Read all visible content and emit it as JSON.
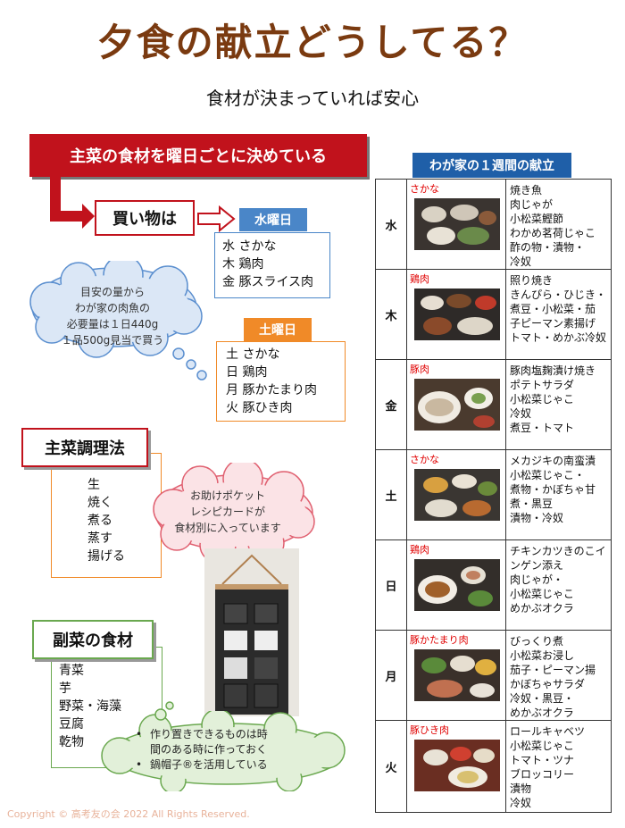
{
  "title": "夕食の献立どうしてる？",
  "subtitle": "食材が決まっていれば安心",
  "main_banner": "主菜の食材を曜日ごとに決めている",
  "shopping_label": "買い物は",
  "wednesday": {
    "tag": "水曜日",
    "lines": [
      "水 さかな",
      "木 鶏肉",
      "金 豚スライス肉"
    ]
  },
  "saturday": {
    "tag": "土曜日",
    "lines": [
      "土 さかな",
      "日 鶏肉",
      "月 豚かたまり肉",
      "火 豚ひき肉"
    ]
  },
  "cloud_amount": [
    "目安の量から",
    "わが家の肉魚の",
    "必要量は１日440g",
    "１品500g見当で買う"
  ],
  "cooking": {
    "heading": "主菜調理法",
    "items": [
      "生",
      "焼く",
      "煮る",
      "蒸す",
      "揚げる"
    ]
  },
  "cloud_pocket": [
    "お助けポケット",
    "レシピカードが",
    "食材別に入っています"
  ],
  "side_dish": {
    "heading": "副菜の食材",
    "items": [
      "青菜",
      "芋",
      "野菜・海藻",
      "豆腐",
      "乾物"
    ]
  },
  "cloud_tips": [
    "作り置きできるものは時",
    "間のある時に作っておく",
    "鍋帽子®を活用している"
  ],
  "week": {
    "title": "わが家の１週間の献立",
    "rows": [
      {
        "day": "水",
        "category": "さかな",
        "menu": "焼き魚\n肉じゃが\n小松菜鰹節\nわかめ茗荷じゃこ\n酢の物・漬物・\n冷奴"
      },
      {
        "day": "木",
        "category": "鶏肉",
        "menu": "照り焼き\nきんぴら・ひじき・\n煮豆・小松菜・茄\n子ピーマン素揚げ\nトマト・めかぶ冷奴"
      },
      {
        "day": "金",
        "category": "豚肉",
        "menu": "豚肉塩麹漬け焼き\nポテトサラダ\n小松菜じゃこ\n冷奴\n煮豆・トマト"
      },
      {
        "day": "土",
        "category": "さかな",
        "menu": "メカジキの南蛮漬\n小松菜じゃこ・\n煮物・かぼちゃ甘\n煮・黒豆\n漬物・冷奴"
      },
      {
        "day": "日",
        "category": "鶏肉",
        "menu": "チキンカツきのこイ\nンゲン添え\n肉じゃが・\n小松菜じゃこ\nめかぶオクラ"
      },
      {
        "day": "月",
        "category": "豚かたまり肉",
        "menu": "びっくり煮\n小松菜お浸し\n茄子・ピーマン揚\nかぼちゃサラダ\n冷奴・黒豆・\nめかぶオクラ"
      },
      {
        "day": "火",
        "category": "豚ひき肉",
        "menu": "ロールキャベツ\n小松菜じゃこ\nトマト・ツナ\nブロッコリー\n漬物\n冷奴"
      }
    ]
  },
  "footer": "Copyright © 高考友の会 2022 All Rights Reserved.",
  "colors": {
    "title": "#7a3a10",
    "banner_red": "#c1121c",
    "blue": "#4a86c8",
    "orange": "#f08a28",
    "green": "#6aa84f",
    "navy": "#1f5fa8"
  }
}
